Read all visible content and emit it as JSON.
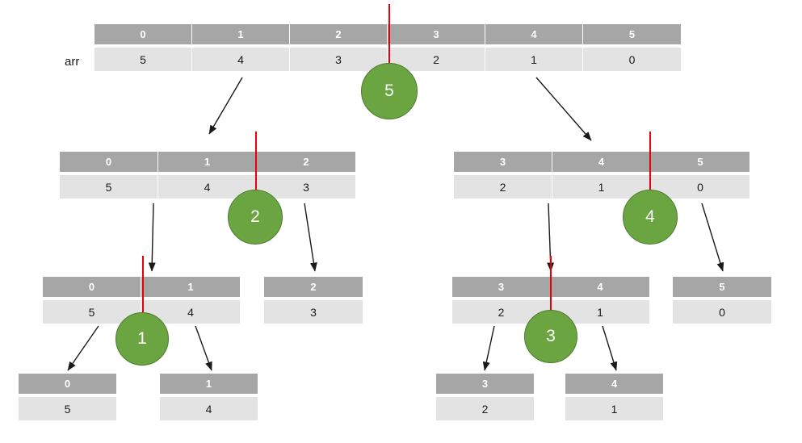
{
  "diagram": {
    "title": "merge-sort-recursion-tree",
    "array_label": "arr",
    "colors": {
      "header_bg": "#a6a6a6",
      "value_bg": "#e3e3e3",
      "pivot_fill": "#6aa541",
      "pivot_stroke": "#4e7b30",
      "marker_line": "#e8000d",
      "arrow": "#1a1a1a",
      "header_text": "#ffffff",
      "value_text": "#1a1a1a"
    },
    "arrays": [
      {
        "id": "level0-root",
        "indices": [
          "0",
          "1",
          "2",
          "3",
          "4",
          "5"
        ],
        "values": [
          "5",
          "4",
          "3",
          "2",
          "1",
          "0"
        ]
      },
      {
        "id": "level1-left",
        "indices": [
          "0",
          "1",
          "2"
        ],
        "values": [
          "5",
          "4",
          "3"
        ]
      },
      {
        "id": "level1-right",
        "indices": [
          "3",
          "4",
          "5"
        ],
        "values": [
          "2",
          "1",
          "0"
        ]
      },
      {
        "id": "level2-left-a",
        "indices": [
          "0",
          "1"
        ],
        "values": [
          "5",
          "4"
        ]
      },
      {
        "id": "level2-left-b",
        "indices": [
          "2"
        ],
        "values": [
          "3"
        ]
      },
      {
        "id": "level2-right-a",
        "indices": [
          "3",
          "4"
        ],
        "values": [
          "2",
          "1"
        ]
      },
      {
        "id": "level2-right-b",
        "indices": [
          "5"
        ],
        "values": [
          "0"
        ]
      },
      {
        "id": "level3-a",
        "indices": [
          "0"
        ],
        "values": [
          "5"
        ]
      },
      {
        "id": "level3-b",
        "indices": [
          "1"
        ],
        "values": [
          "4"
        ]
      },
      {
        "id": "level3-c",
        "indices": [
          "3"
        ],
        "values": [
          "2"
        ]
      },
      {
        "id": "level3-d",
        "indices": [
          "4"
        ],
        "values": [
          "1"
        ]
      }
    ],
    "pivots": [
      {
        "id": "pivot-root",
        "label": "5"
      },
      {
        "id": "pivot-level1-left",
        "label": "2"
      },
      {
        "id": "pivot-level1-right",
        "label": "4"
      },
      {
        "id": "pivot-level2-left",
        "label": "1"
      },
      {
        "id": "pivot-level2-right",
        "label": "3"
      }
    ]
  }
}
